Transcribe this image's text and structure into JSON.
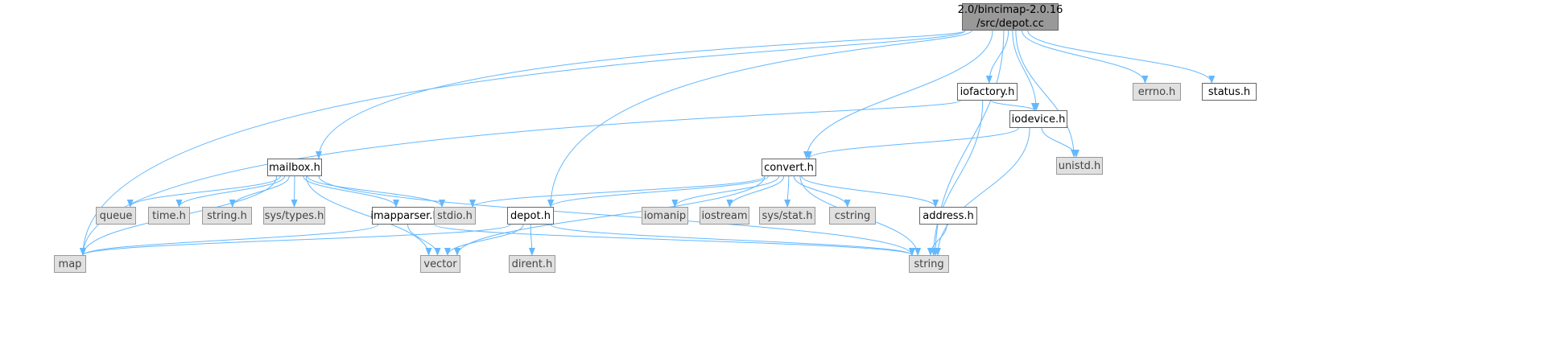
{
  "diagram": {
    "type": "include-dependency-graph",
    "edge_color": "#63b8ff",
    "nodes": {
      "root": {
        "lines": [
          "2.0/bincimap-2.0.16",
          "/src/depot.cc"
        ]
      },
      "iofactory": {
        "label": "iofactory.h"
      },
      "errno": {
        "label": "errno.h"
      },
      "status": {
        "label": "status.h"
      },
      "iodevice": {
        "label": "iodevice.h"
      },
      "unistd": {
        "label": "unistd.h"
      },
      "mailbox": {
        "label": "mailbox.h"
      },
      "convert": {
        "label": "convert.h"
      },
      "queue": {
        "label": "queue"
      },
      "time": {
        "label": "time.h"
      },
      "stringh": {
        "label": "string.h"
      },
      "systypes": {
        "label": "sys/types.h"
      },
      "imapparser": {
        "label": "imapparser.h"
      },
      "stdio": {
        "label": "stdio.h"
      },
      "depoth": {
        "label": "depot.h"
      },
      "iomanip": {
        "label": "iomanip"
      },
      "iostream": {
        "label": "iostream"
      },
      "sysstat": {
        "label": "sys/stat.h"
      },
      "cstring": {
        "label": "cstring"
      },
      "address": {
        "label": "address.h"
      },
      "map": {
        "label": "map"
      },
      "vector": {
        "label": "vector"
      },
      "dirent": {
        "label": "dirent.h"
      },
      "string": {
        "label": "string"
      }
    },
    "edges": [
      [
        "root",
        "map"
      ],
      [
        "root",
        "mailbox"
      ],
      [
        "root",
        "depoth"
      ],
      [
        "root",
        "convert"
      ],
      [
        "root",
        "iofactory"
      ],
      [
        "root",
        "iodevice"
      ],
      [
        "root",
        "unistd"
      ],
      [
        "root",
        "string"
      ],
      [
        "root",
        "errno"
      ],
      [
        "root",
        "status"
      ],
      [
        "iofactory",
        "map"
      ],
      [
        "iofactory",
        "iodevice"
      ],
      [
        "iofactory",
        "string"
      ],
      [
        "iodevice",
        "convert"
      ],
      [
        "iodevice",
        "unistd"
      ],
      [
        "iodevice",
        "string"
      ],
      [
        "mailbox",
        "map"
      ],
      [
        "mailbox",
        "queue"
      ],
      [
        "mailbox",
        "time"
      ],
      [
        "mailbox",
        "stringh"
      ],
      [
        "mailbox",
        "systypes"
      ],
      [
        "mailbox",
        "imapparser"
      ],
      [
        "mailbox",
        "stdio"
      ],
      [
        "mailbox",
        "vector"
      ],
      [
        "mailbox",
        "string"
      ],
      [
        "convert",
        "stdio"
      ],
      [
        "convert",
        "depoth"
      ],
      [
        "convert",
        "vector"
      ],
      [
        "convert",
        "iomanip"
      ],
      [
        "convert",
        "iostream"
      ],
      [
        "convert",
        "sysstat"
      ],
      [
        "convert",
        "cstring"
      ],
      [
        "convert",
        "address"
      ],
      [
        "convert",
        "string"
      ],
      [
        "imapparser",
        "map"
      ],
      [
        "imapparser",
        "vector"
      ],
      [
        "imapparser",
        "string"
      ],
      [
        "depoth",
        "map"
      ],
      [
        "depoth",
        "vector"
      ],
      [
        "depoth",
        "dirent"
      ],
      [
        "depoth",
        "string"
      ],
      [
        "address",
        "string"
      ]
    ]
  }
}
